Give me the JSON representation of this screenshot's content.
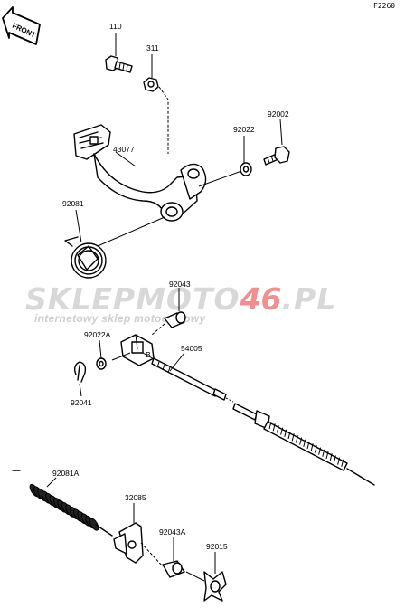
{
  "diagram": {
    "ref_code": "F2260",
    "direction_label": "FRONT",
    "watermark": {
      "prefix": "SKLEPMOTO",
      "highlight": "46",
      "suffix": ".PL",
      "tagline": "internetowy sklep motocyklowy"
    },
    "parts": [
      {
        "id": "p110",
        "label": "110"
      },
      {
        "id": "p311",
        "label": "311"
      },
      {
        "id": "p43077",
        "label": "43077"
      },
      {
        "id": "p92022",
        "label": "92022"
      },
      {
        "id": "p92002",
        "label": "92002"
      },
      {
        "id": "p92081",
        "label": "92081"
      },
      {
        "id": "p92043",
        "label": "92043"
      },
      {
        "id": "p92022A",
        "label": "92022A"
      },
      {
        "id": "p54005",
        "label": "54005"
      },
      {
        "id": "p92041",
        "label": "92041"
      },
      {
        "id": "p92081A",
        "label": "92081A"
      },
      {
        "id": "p32085",
        "label": "32085"
      },
      {
        "id": "p92043A",
        "label": "92043A"
      },
      {
        "id": "p92015",
        "label": "92015"
      }
    ]
  }
}
